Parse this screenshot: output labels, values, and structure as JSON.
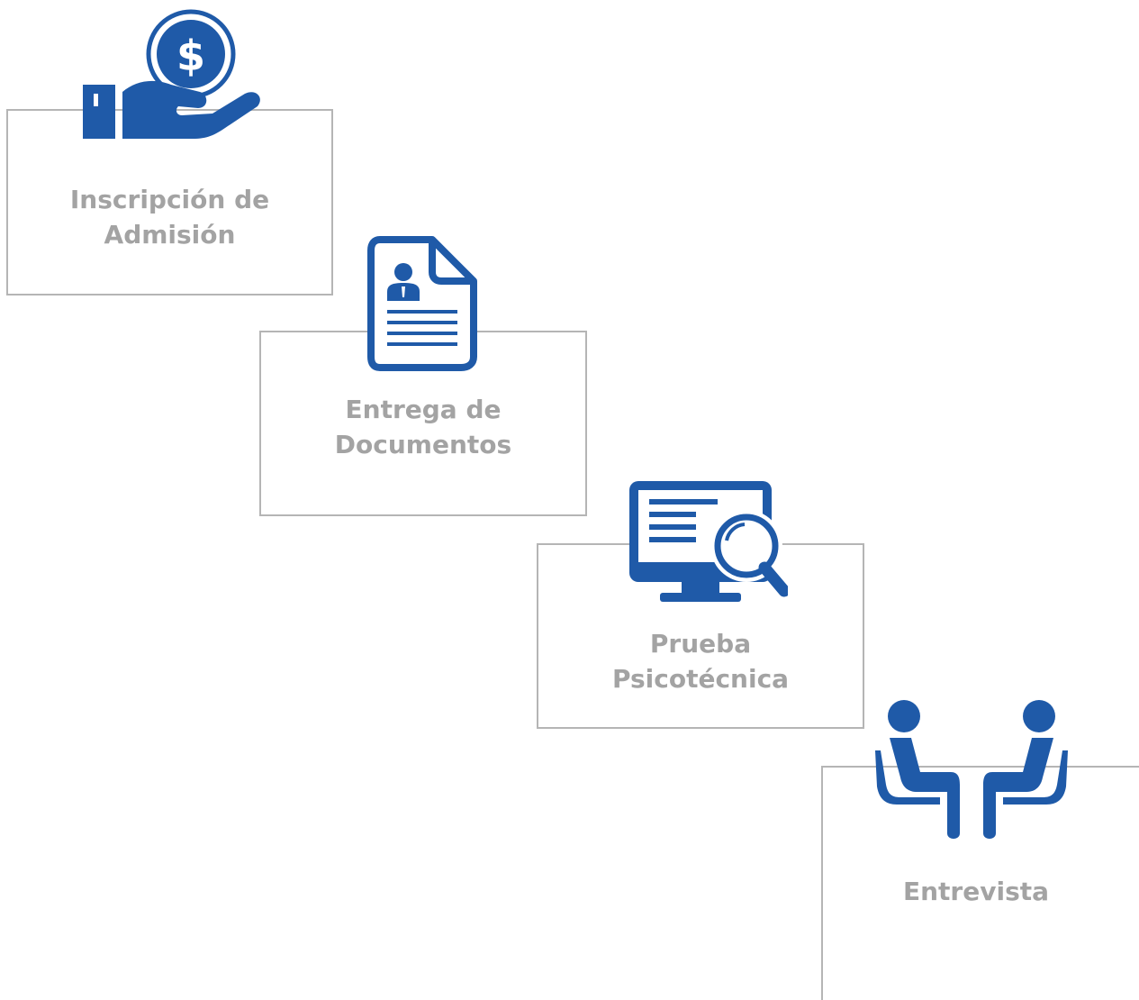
{
  "steps": [
    {
      "label_line1": "Inscripción de",
      "label_line2": "Admisión",
      "icon": "hand-coin-icon"
    },
    {
      "label_line1": "Entrega de",
      "label_line2": "Documentos",
      "icon": "document-profile-icon"
    },
    {
      "label_line1": "Prueba",
      "label_line2": "Psicotécnica",
      "icon": "monitor-magnifier-icon"
    },
    {
      "label_line1": "Entrevista",
      "label_line2": "",
      "icon": "two-people-seated-icon"
    }
  ],
  "colors": {
    "icon_blue": "#1f5aa8",
    "label_gray": "#a3a3a3",
    "border_gray": "#b5b5b5"
  }
}
